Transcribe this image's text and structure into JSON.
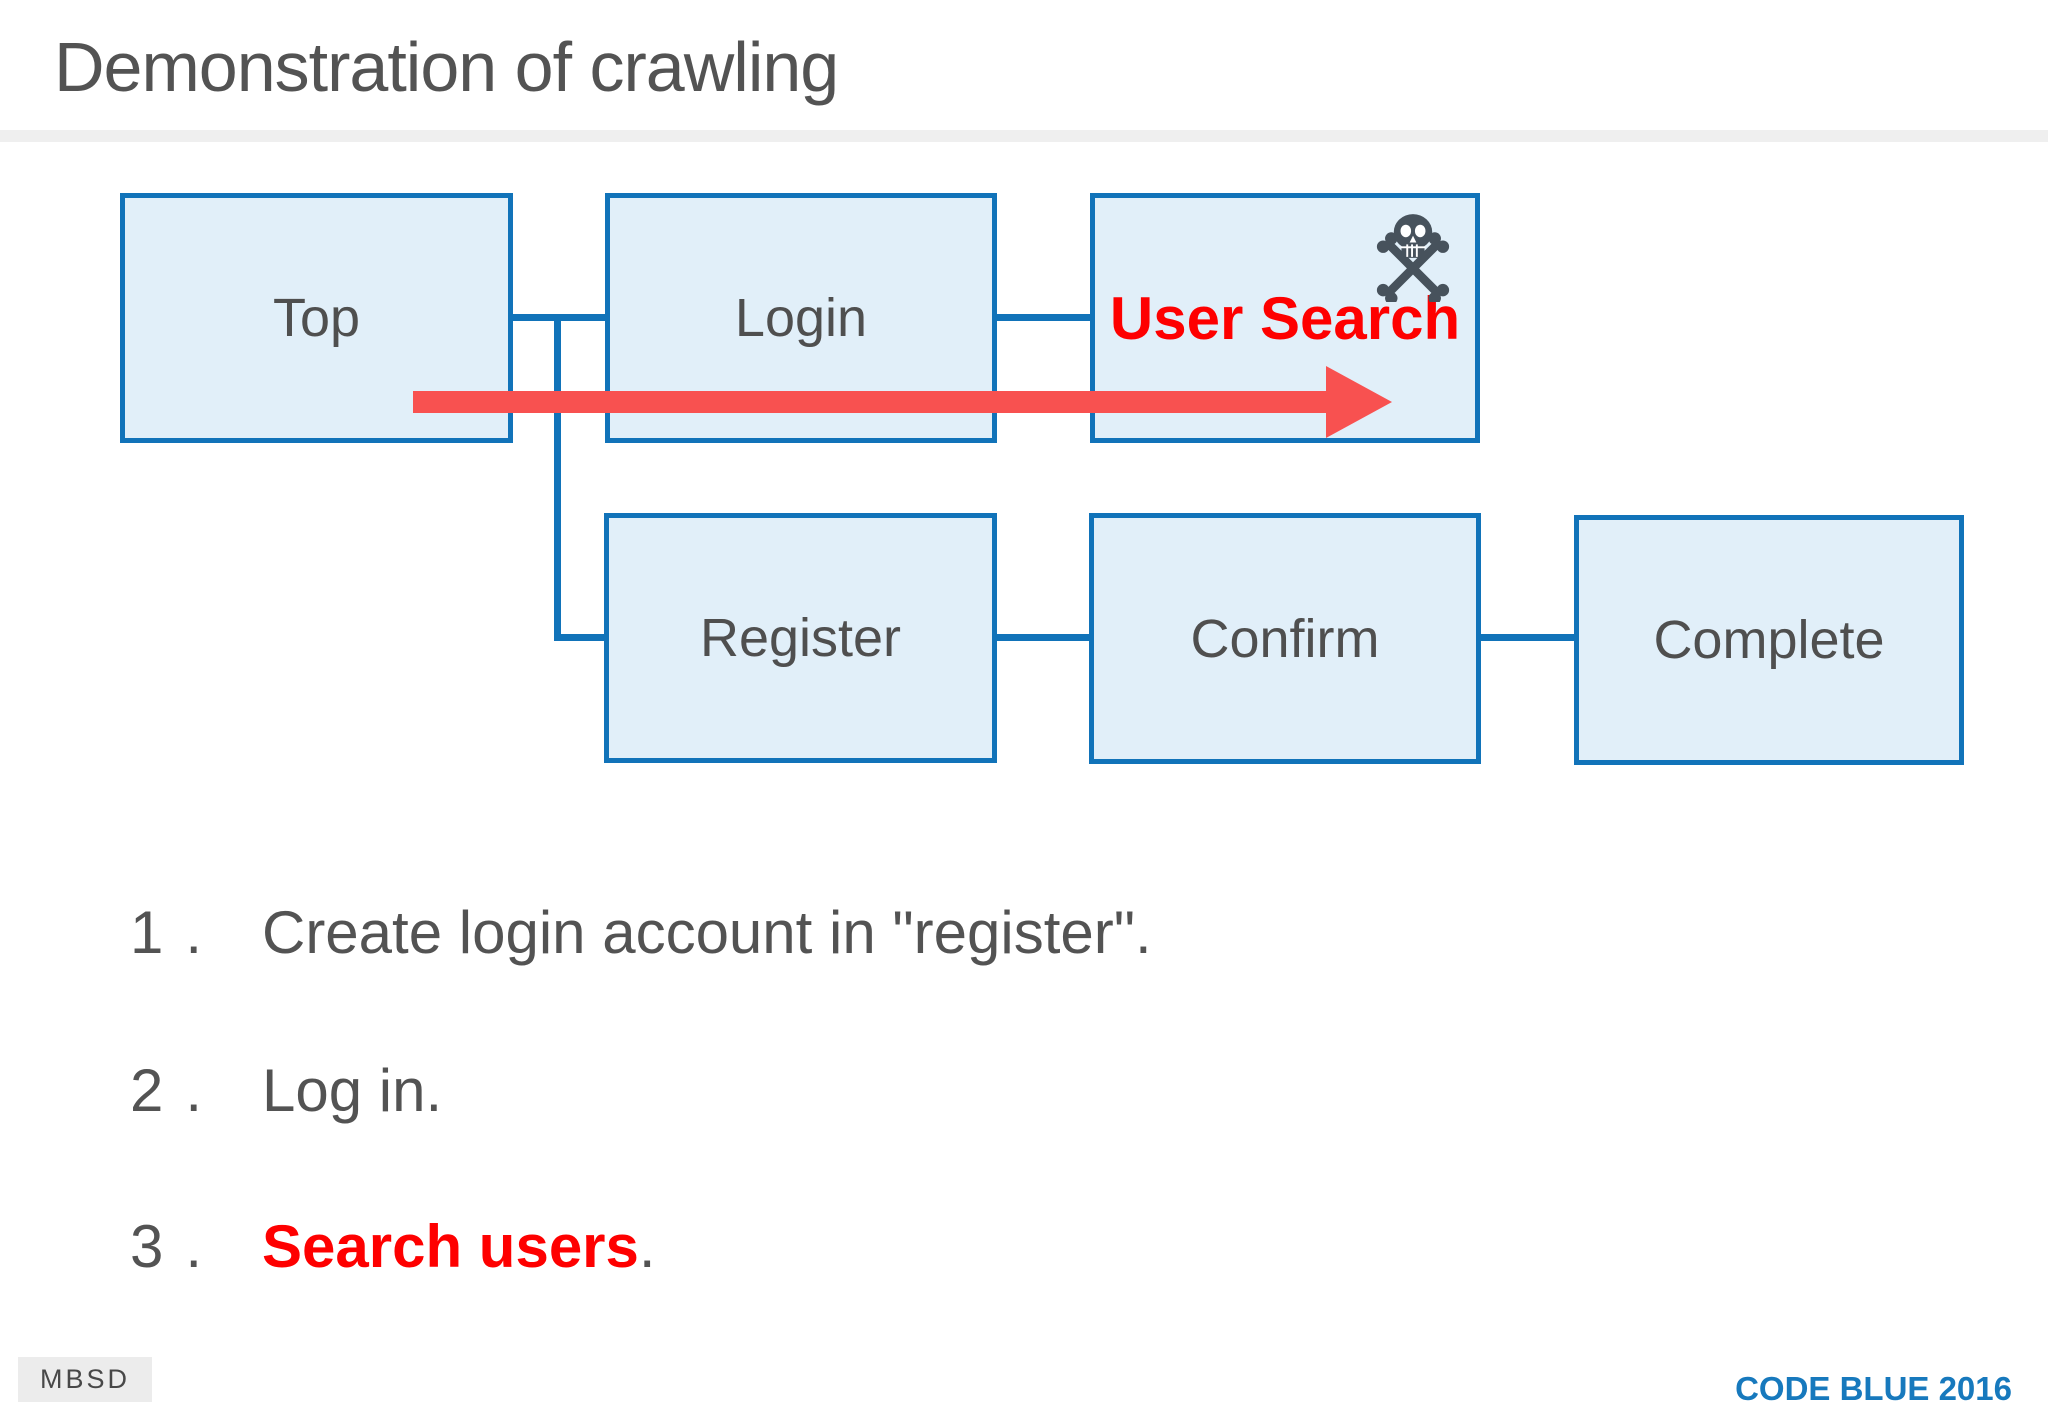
{
  "colors": {
    "accent-blue": "#1173b9",
    "node-fill": "#e1eff9",
    "alert-red": "#fe0000",
    "arrow-red": "#f85150",
    "text-gray": "#535353",
    "band-gray": "#efefef",
    "skull-gray": "#47525c",
    "footer-blue": "#1779bd",
    "badge-bg": "#ececec"
  },
  "header": {
    "title": "Demonstration of crawling"
  },
  "flowchart": {
    "nodes": [
      {
        "label": "Top"
      },
      {
        "label": "Login"
      },
      {
        "label": "User Search",
        "highlighted": true,
        "icon": "skull-crossbones"
      },
      {
        "label": "Register"
      },
      {
        "label": "Confirm"
      },
      {
        "label": "Complete"
      }
    ]
  },
  "steps": [
    {
      "number": "1.",
      "text": "Create login account in \"register\"."
    },
    {
      "number": "2.",
      "text": "Log in."
    },
    {
      "number": "3.",
      "emphasis": "Search users",
      "suffix": "."
    }
  ],
  "footer": {
    "badge": "MBSD",
    "conference": "CODE BLUE 2016"
  }
}
